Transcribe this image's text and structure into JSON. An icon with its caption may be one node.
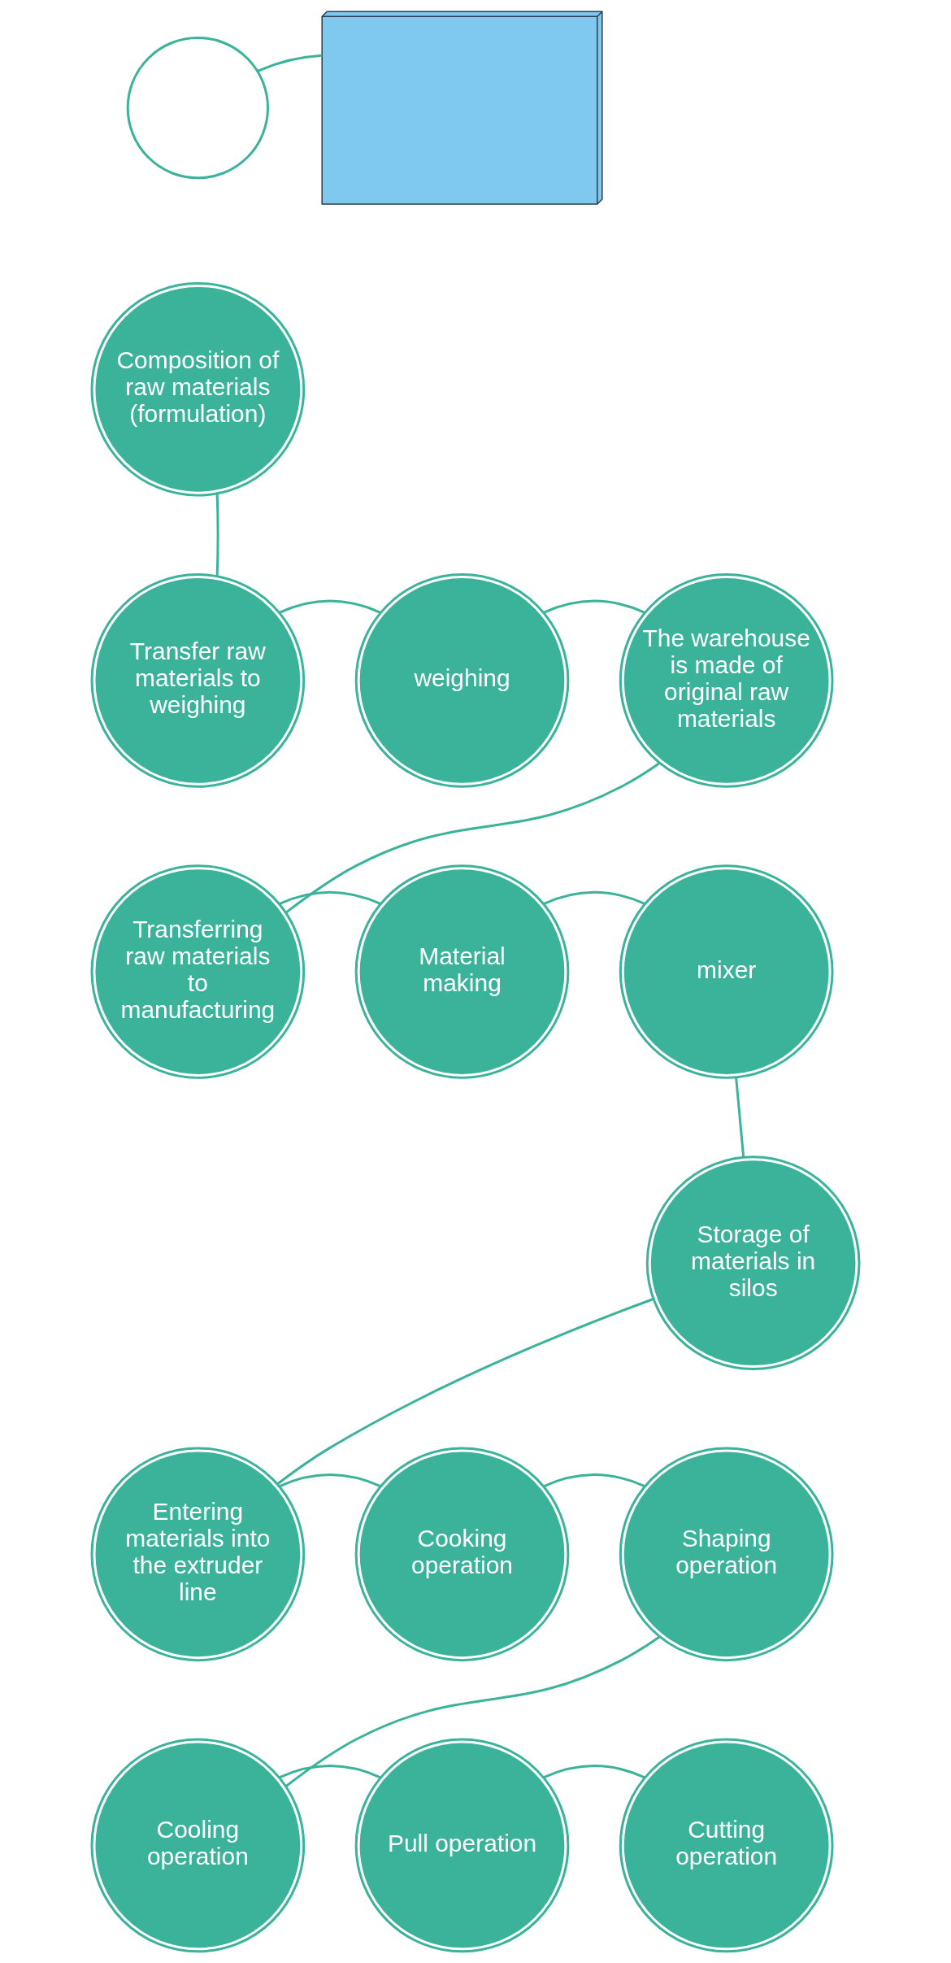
{
  "diagram": {
    "nodes": [
      {
        "text": [],
        "shape": "circle"
      },
      {
        "text": [],
        "shape": "picture"
      },
      {
        "text": [
          "Composition of raw materials (formulation)"
        ]
      },
      {
        "text": [
          "Transfer raw materials to weighing"
        ]
      },
      {
        "text": [
          "weighing"
        ]
      },
      {
        "text": [
          "The warehouse is made of original raw materials"
        ]
      },
      {
        "text": [
          "Transferring raw materials to manufacturing"
        ]
      },
      {
        "text": [
          "Material making"
        ]
      },
      {
        "text": [
          "mixer"
        ]
      },
      {
        "text": [
          "Storage of materials in silos"
        ]
      },
      {
        "text": [
          "Entering materials into the extruder line"
        ]
      },
      {
        "text": [
          "Cooking operation"
        ]
      },
      {
        "text": [
          "Shaping operation"
        ]
      },
      {
        "text": [
          "Cooling operation"
        ]
      },
      {
        "text": [
          "Pull operation"
        ]
      },
      {
        "text": [
          "Cutting operation"
        ]
      }
    ],
    "edges": [
      {
        "from": 0,
        "to": 1,
        "arrow": "none"
      },
      {
        "from": 2,
        "to": 3,
        "arrow": "none"
      },
      {
        "from": 3,
        "to": 4,
        "arrow": "none"
      },
      {
        "from": 4,
        "to": 5,
        "arrow": "none"
      },
      {
        "from": 5,
        "to": 6,
        "arrow": "none"
      },
      {
        "from": 6,
        "to": 7,
        "arrow": "none"
      },
      {
        "from": 7,
        "to": 8,
        "arrow": "none"
      },
      {
        "from": 8,
        "to": 9,
        "arrow": "none"
      },
      {
        "from": 9,
        "to": 10,
        "arrow": "none"
      },
      {
        "from": 10,
        "to": 11,
        "arrow": "none"
      },
      {
        "from": 11,
        "to": 12,
        "arrow": "none"
      },
      {
        "from": 12,
        "to": 13,
        "arrow": "none"
      },
      {
        "from": 13,
        "to": 14,
        "arrow": "none"
      },
      {
        "from": 14,
        "to": 15,
        "arrow": "none"
      }
    ]
  }
}
